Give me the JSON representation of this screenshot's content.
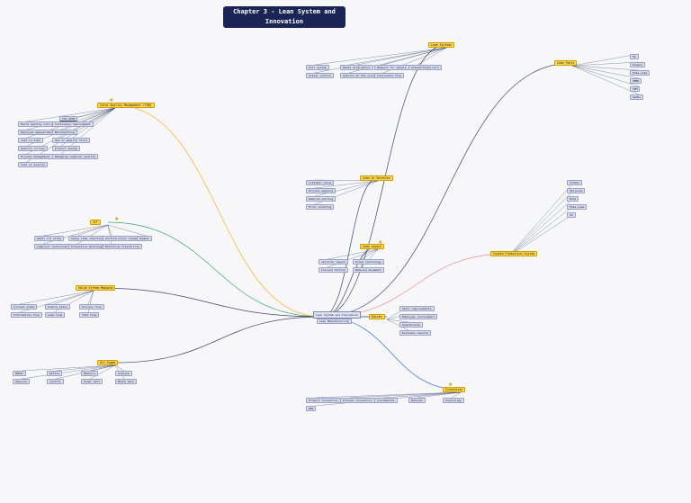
{
  "title": "Chapter 3 - Lean System and Innovation",
  "colors": {
    "title_bg": "#1a2455",
    "hub": "#ffd54a",
    "leaf": "#d9dcee",
    "line": "#3b4470",
    "orange": "#ffb020",
    "green": "#3aa56b",
    "pink": "#f08c8c",
    "blue": "#2f6fe0"
  },
  "central": "Lean System and Innovation",
  "central_sub": "Lean Manufacturing",
  "branches": {
    "tqm": {
      "hub": "Total Quality Management (TQM)",
      "tag": "ISO 9000",
      "items": [
        "Build quality into process",
        "Continuous improvement",
        "Employee empowerment",
        "Benchmarking",
        "Just-in-time",
        "Use of quality tools",
        "Quality circles",
        "Product design",
        "Process management",
        "Managing supplier quality",
        "Cost of quality"
      ]
    },
    "jit": {
      "hub": "JIT",
      "items": [
        "Small lot sizes",
        "Setup time reduction",
        "Uniform plant loading",
        "Kanban",
        "Supplier relationships",
        "Preventive maintenance",
        "Workforce flexibility"
      ]
    },
    "value_stream": {
      "hub": "Value Stream Mapping",
      "items": [
        "Current state",
        "Future state",
        "Process flow",
        "Information flow",
        "Lead time",
        "Takt time"
      ]
    },
    "six_sigma": {
      "hub": "Six Sigma",
      "items": [
        "DMAIC",
        "Define",
        "Measure",
        "Analyze",
        "Improve",
        "Control",
        "Green belt",
        "Black belt"
      ]
    },
    "lean_layout": {
      "hub": "Lean Layout",
      "items": [
        "Cellular layout",
        "Group technology",
        "Focused factory",
        "Reduced movement"
      ]
    },
    "lean_systems": {
      "hub": "Lean Systems",
      "items": [
        "Pull system",
        "Waste elimination",
        "Respect for people",
        "Standardized work",
        "Visual control",
        "Quality at the source",
        "Continuous flow"
      ]
    },
    "lean_in_services": {
      "hub": "Lean in Services",
      "items": [
        "Customer value",
        "Process mapping",
        "Reduced waiting",
        "Error proofing"
      ]
    },
    "kaizen": {
      "hub": "Kaizen",
      "items": [
        "Small improvements",
        "Employee involvement",
        "Standardize",
        "Evaluate results"
      ]
    },
    "tps": {
      "hub": "Toyota Production System",
      "items": [
        "Jidoka",
        "Heijunka",
        "Muda",
        "Poka-yoke",
        "5S"
      ]
    },
    "innovation": {
      "hub": "Innovation",
      "items": [
        "Product innovation",
        "Process innovation",
        "Incremental",
        "Radical",
        "Technology",
        "R&D"
      ]
    },
    "lean_tools": {
      "hub": "Lean Tools",
      "items": [
        "5S",
        "Kanban",
        "Poka-yoke",
        "SMED",
        "TPM",
        "Gemba"
      ]
    }
  }
}
